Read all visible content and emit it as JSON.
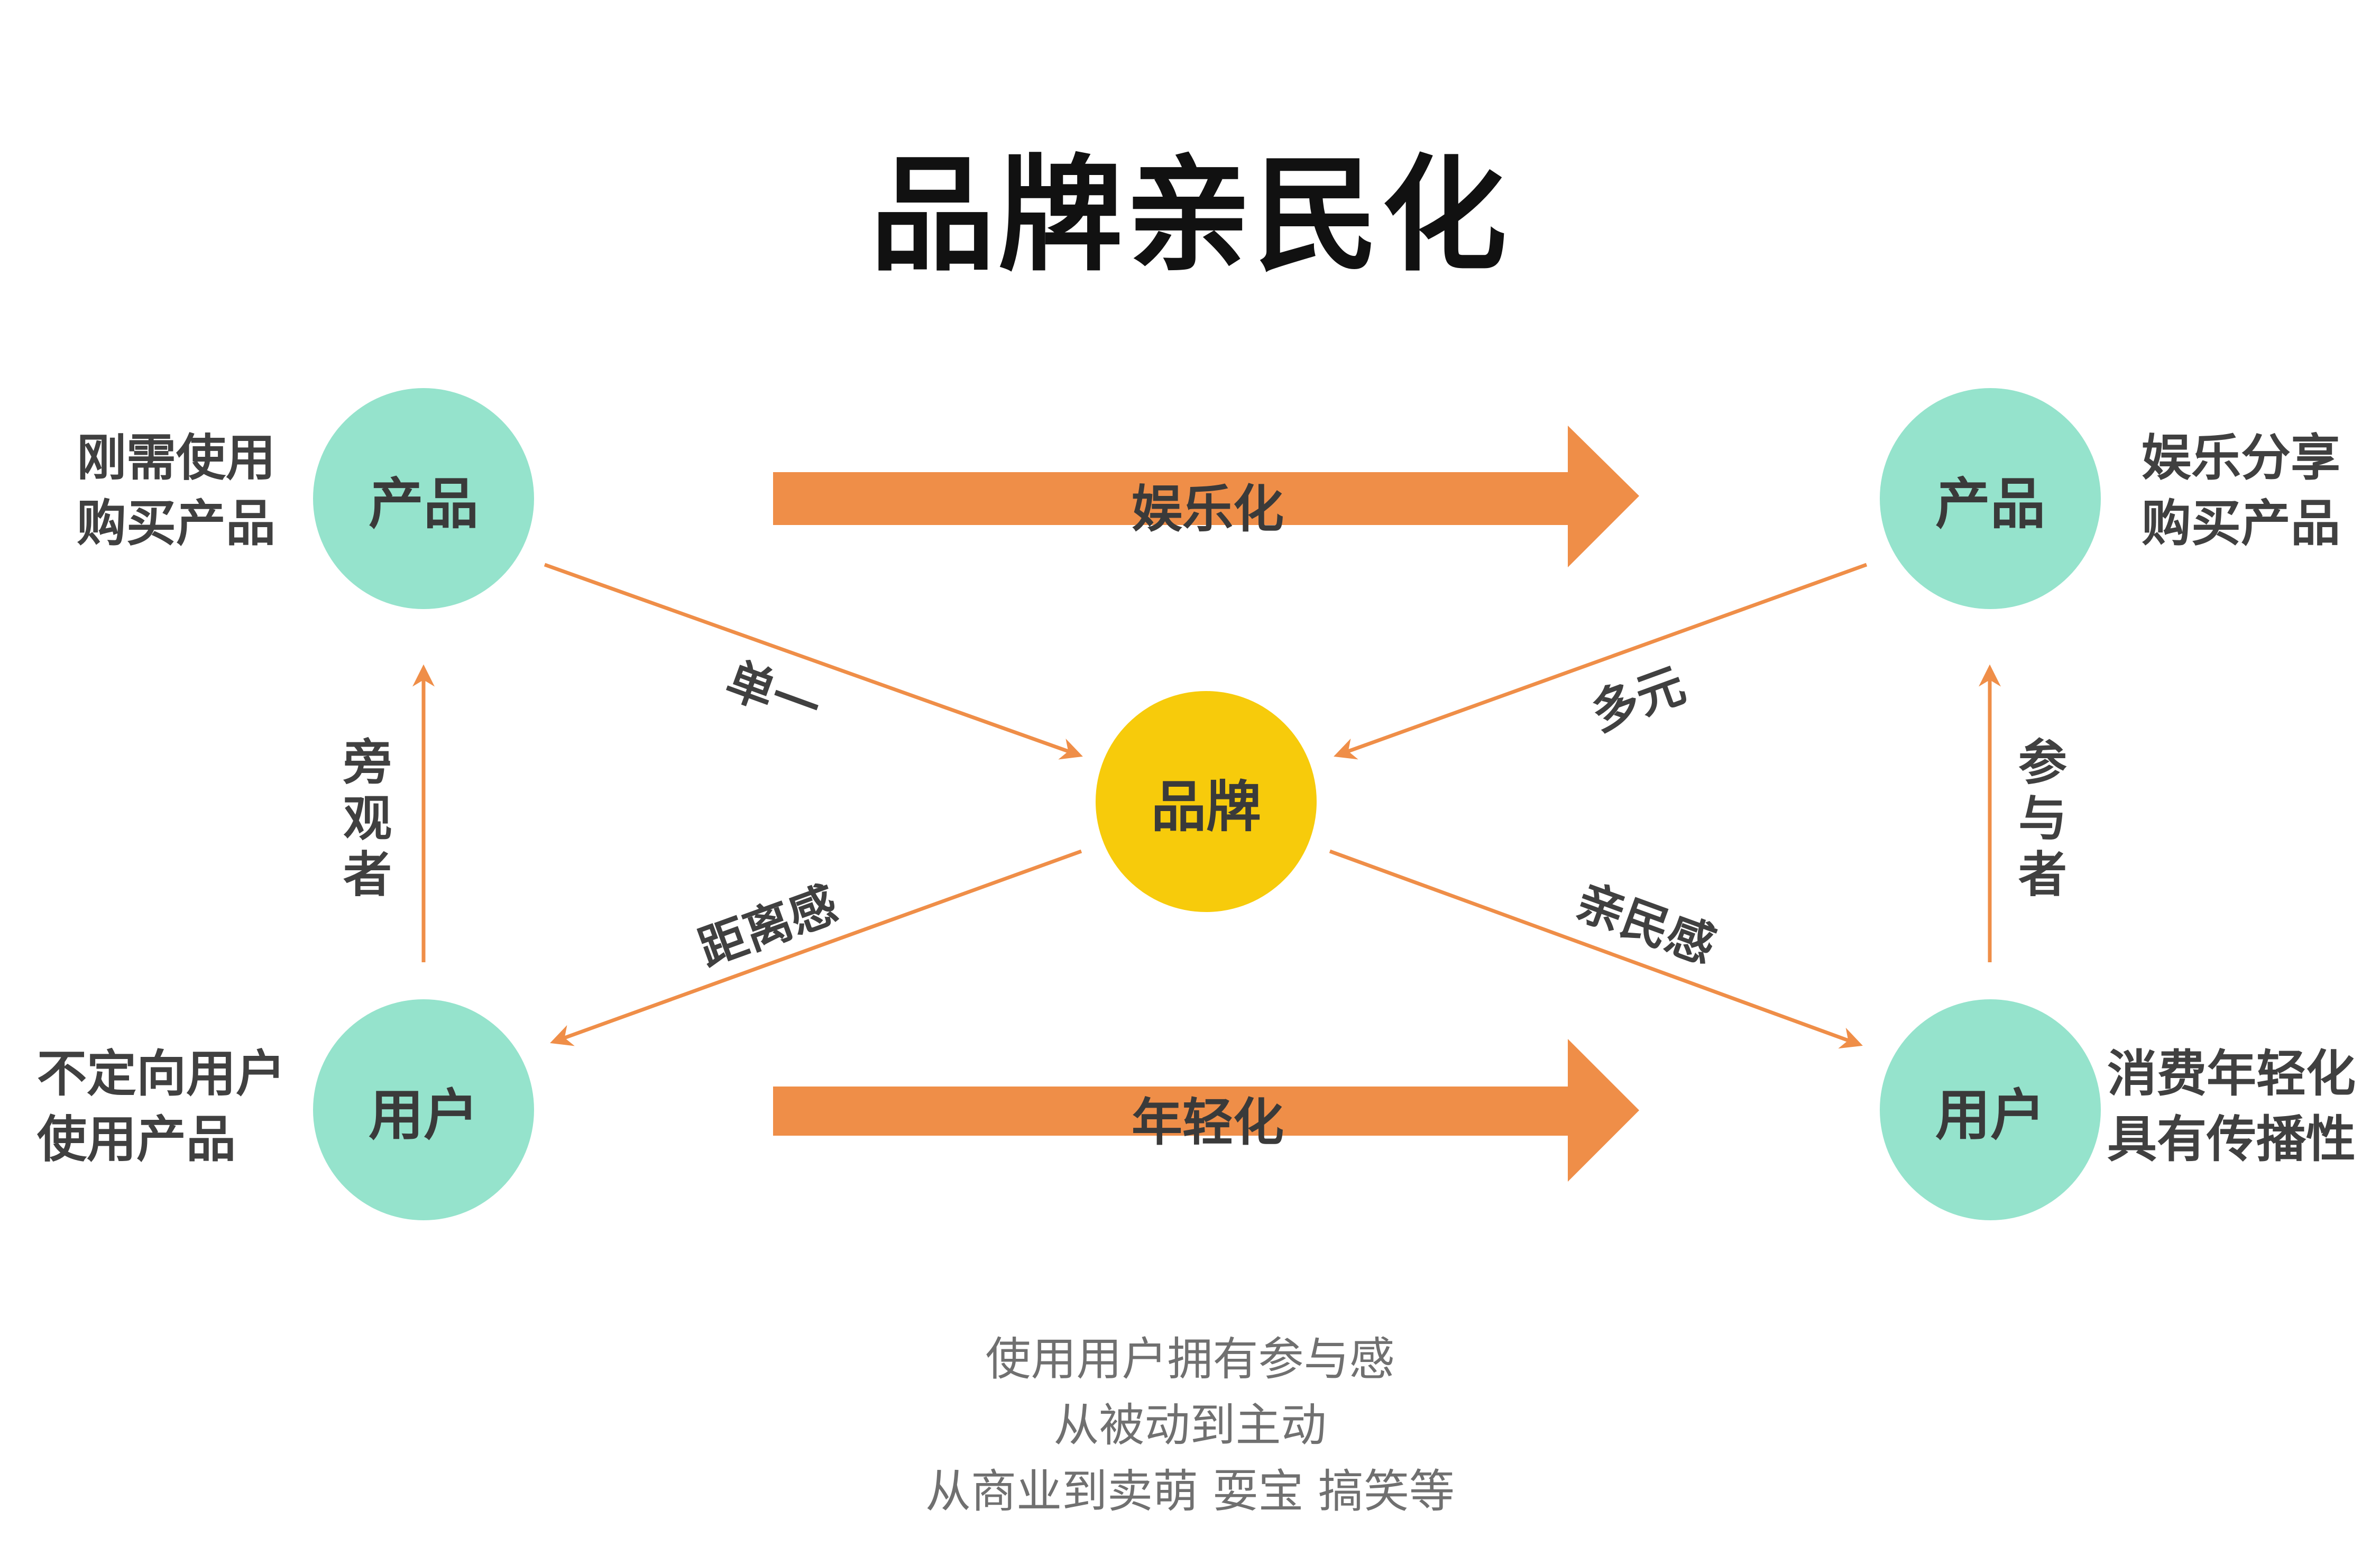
{
  "title": "品牌亲民化",
  "colors": {
    "circle": "#95e3cc",
    "brand_circle": "#f7cb0b",
    "arrow": "#ef8e48"
  },
  "nodes": {
    "product_left": "产品",
    "product_right": "产品",
    "user_left": "用户",
    "user_right": "用户",
    "brand": "品牌"
  },
  "side_text": {
    "top_left": [
      "刚需使用",
      "购买产品"
    ],
    "top_right": [
      "娱乐分享",
      "购买产品"
    ],
    "bottom_left": [
      "不定向用户",
      "使用产品"
    ],
    "bottom_right": [
      "消费年轻化",
      "具有传播性"
    ]
  },
  "big_arrows": {
    "top": "娱乐化",
    "bottom": "年轻化"
  },
  "edge_labels": {
    "single": "单一",
    "diverse": "多元",
    "distance": "距离感",
    "affinity": "亲民感"
  },
  "vertical_labels": {
    "left": [
      "旁",
      "观",
      "者"
    ],
    "right": [
      "参",
      "与",
      "者"
    ]
  },
  "footer": [
    "使用用户拥有参与感",
    "从被动到主动",
    "从商业到卖萌 耍宝 搞笑等"
  ]
}
